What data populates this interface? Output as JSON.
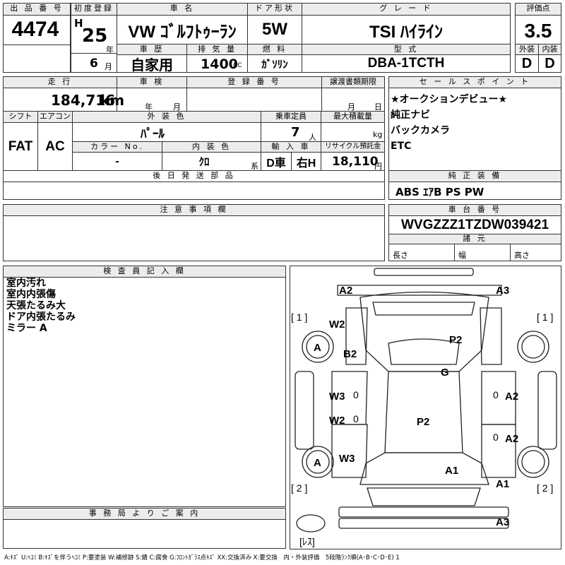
{
  "header": {
    "lot_label": "出 品 番 号",
    "lot": "4474",
    "reg_label": "初度登録",
    "reg_era": "H",
    "reg_year": "25",
    "reg_year_unit": "年",
    "reg_month": "6",
    "reg_month_unit": "月",
    "name_label": "車 名",
    "name": "VW ｺﾞﾙﾌﾄｩｰﾗﾝ",
    "door_label": "ドア形状",
    "door": "5W",
    "grade_label": "グ レ ー ド",
    "grade": "TSI ﾊｲﾗｲﾝ",
    "score_label": "評価点",
    "score": "3.5",
    "history_label": "車 歴",
    "history": "自家用",
    "displacement_label": "排 気 量",
    "displacement": "1400",
    "displacement_unit": "CC",
    "fuel_label": "燃 料",
    "fuel": "ｶﾞｿﾘﾝ",
    "model_label": "型 式",
    "model": "DBA-1TCTH",
    "exterior_label": "外装",
    "exterior": "D",
    "interior_label": "内装",
    "interior": "D"
  },
  "row2": {
    "mileage_label": "走 行",
    "mileage": "184,716",
    "mileage_unit": "km",
    "inspection_label": "車 検",
    "inspection_year_unit": "年",
    "inspection_month_unit": "月",
    "plate_label": "登 録 番 号",
    "transfer_label": "譲渡書類期限",
    "transfer_month_unit": "月",
    "transfer_day_unit": "日",
    "shift_label": "シフト",
    "shift": "FAT",
    "ac_label": "エアコン",
    "ac": "AC",
    "color_label": "外 装 色",
    "color": "ﾊﾟｰﾙ",
    "capacity_label": "乗車定員",
    "capacity": "7",
    "capacity_unit": "人",
    "load_label": "最大積載量",
    "load_unit": "kg",
    "color_no_label": "カラー No.",
    "color_no": "-",
    "interior_color_label": "内 装 色",
    "interior_color": "ｸﾛ",
    "interior_color_unit": "系",
    "import_label": "輸 入 車",
    "import_type": "D車",
    "steering": "右H",
    "recycle_label": "リサイクル預託金",
    "recycle": "18,110",
    "recycle_unit": "円",
    "later_parts_label": "後 日 発 送 部 品"
  },
  "sales_points": {
    "label": "セ ー ル ス ポ イ ン ト",
    "items": [
      "★オークションデビュー★",
      "純正ナビ",
      "バックカメラ",
      "ETC"
    ]
  },
  "equipment": {
    "label": "純 正 装 備",
    "value": "ABS ｴｱB PS PW"
  },
  "notes": {
    "label": "注 意 事 項 欄"
  },
  "chassis": {
    "label": "車 台 番 号",
    "value": "WVGZZZ1TZDW039421",
    "specs_label": "諸 元",
    "length_label": "長さ",
    "width_label": "幅",
    "height_label": "高さ"
  },
  "inspector": {
    "label": "検 査 員 記 入 欄",
    "lines": [
      "室内汚れ",
      "室内内張傷",
      "天張たるみ大",
      "ドア内張たるみ",
      "ミラー A"
    ]
  },
  "office": {
    "label": "事 務 局 よ り ご 案 内"
  },
  "diagram": {
    "marks": [
      "A2",
      "A3",
      "W2",
      "B2",
      "P2",
      "G",
      "W3",
      "A2",
      "W2",
      "P2",
      "A2",
      "A",
      "A",
      "W3",
      "A1",
      "A1",
      "A3"
    ],
    "left_1": "[ 1 ]",
    "right_1": "[ 1 ]",
    "left_2": "[ 2 ]",
    "right_2": "[ 2 ]",
    "spare": "[ﾚｽ]",
    "zero": "0"
  },
  "legend": "A:ｷｽﾞ U:ﾍｺﾐ B:ｷｽﾞを伴うﾍｺﾐ P:要塗装 W:補修跡 S:錆 C:腐食 G:ﾌﾛﾝﾄｶﾞﾗｽ点ｷｽﾞ XX:交換済み X:要交換　内・外装評価　5段階ﾗﾝｸ順(A･B･C･D･E) 1"
}
